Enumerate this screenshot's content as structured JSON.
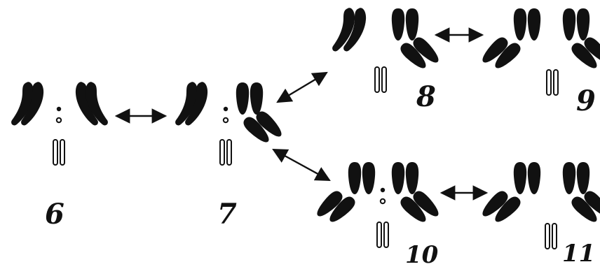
{
  "colors": {
    "ink": "#111111",
    "background": "#ffffff"
  },
  "structures": [
    {
      "label": "6"
    },
    {
      "label": "7"
    },
    {
      "label": "8"
    },
    {
      "label": "9"
    },
    {
      "label": "10"
    },
    {
      "label": "11"
    }
  ],
  "equilibria": [
    {
      "from": "6",
      "to": "7",
      "symbol": "double-headed-arrow"
    },
    {
      "from": "7",
      "to": "8",
      "symbol": "double-headed-arrow"
    },
    {
      "from": "7",
      "to": "10",
      "symbol": "double-headed-arrow"
    },
    {
      "from": "8",
      "to": "9",
      "symbol": "double-headed-arrow"
    },
    {
      "from": "10",
      "to": "11",
      "symbol": "double-headed-arrow"
    }
  ]
}
